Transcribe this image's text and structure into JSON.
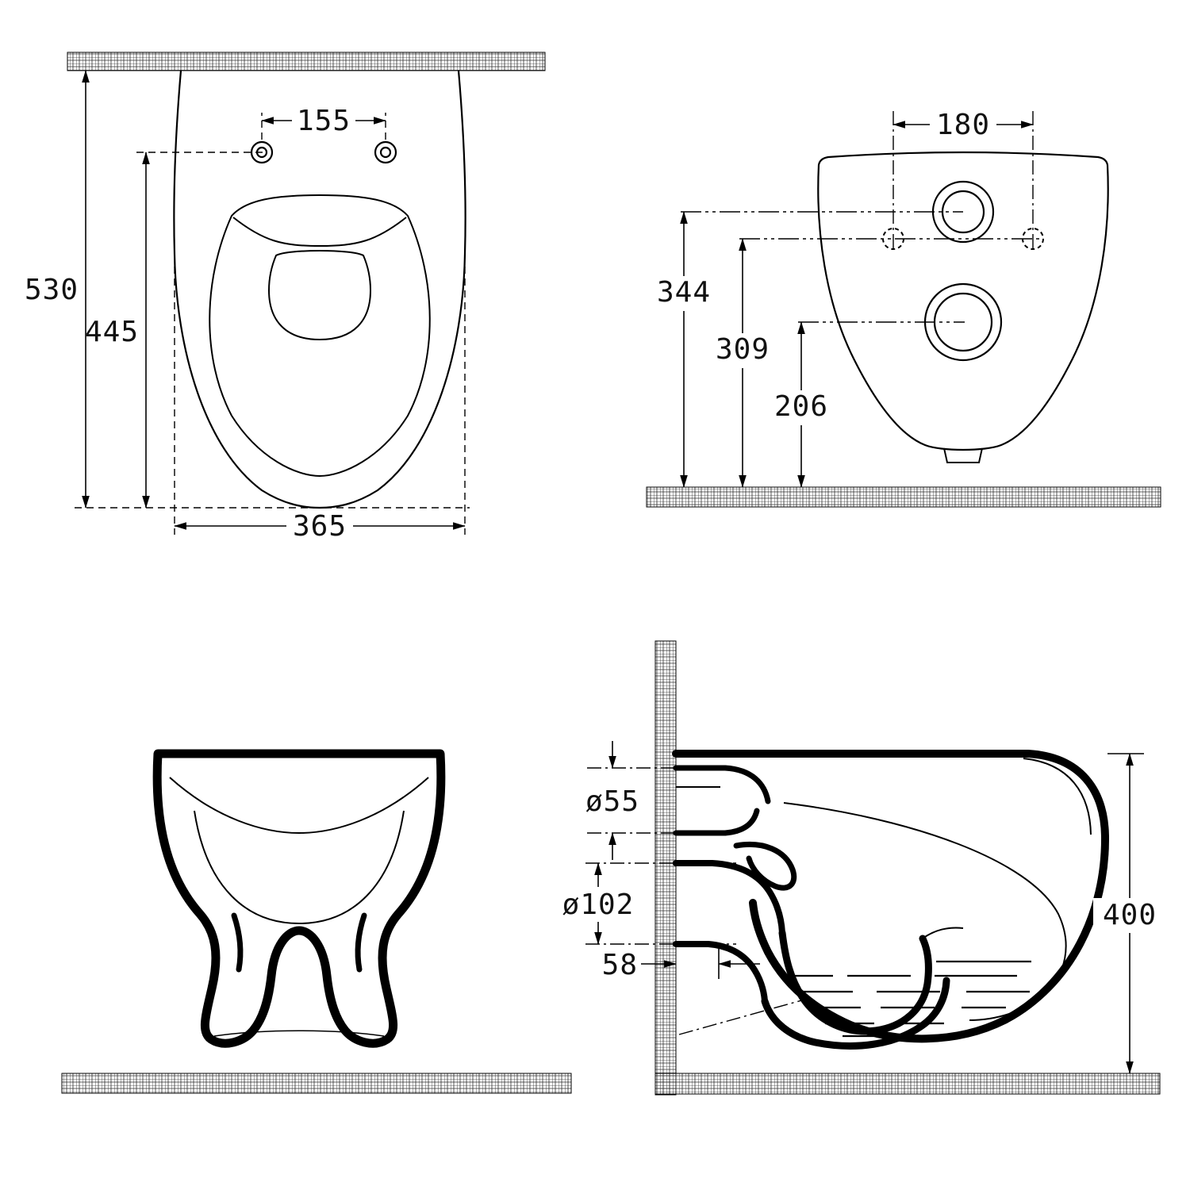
{
  "colors": {
    "line": "#000000",
    "background": "#ffffff"
  },
  "views": {
    "plan": {
      "dims": {
        "hole_spacing": "155",
        "depth_total": "530",
        "depth_holes_to_front": "445",
        "width": "365"
      }
    },
    "rear": {
      "dims": {
        "hole_spacing": "180",
        "inlet_center_height": "344",
        "hole_center_height": "309",
        "outlet_center_height": "206"
      }
    },
    "section": {
      "dims": {
        "inlet_diameter": "ø55",
        "outlet_diameter": "ø102",
        "outlet_projection": "58",
        "height_total": "400"
      }
    }
  }
}
